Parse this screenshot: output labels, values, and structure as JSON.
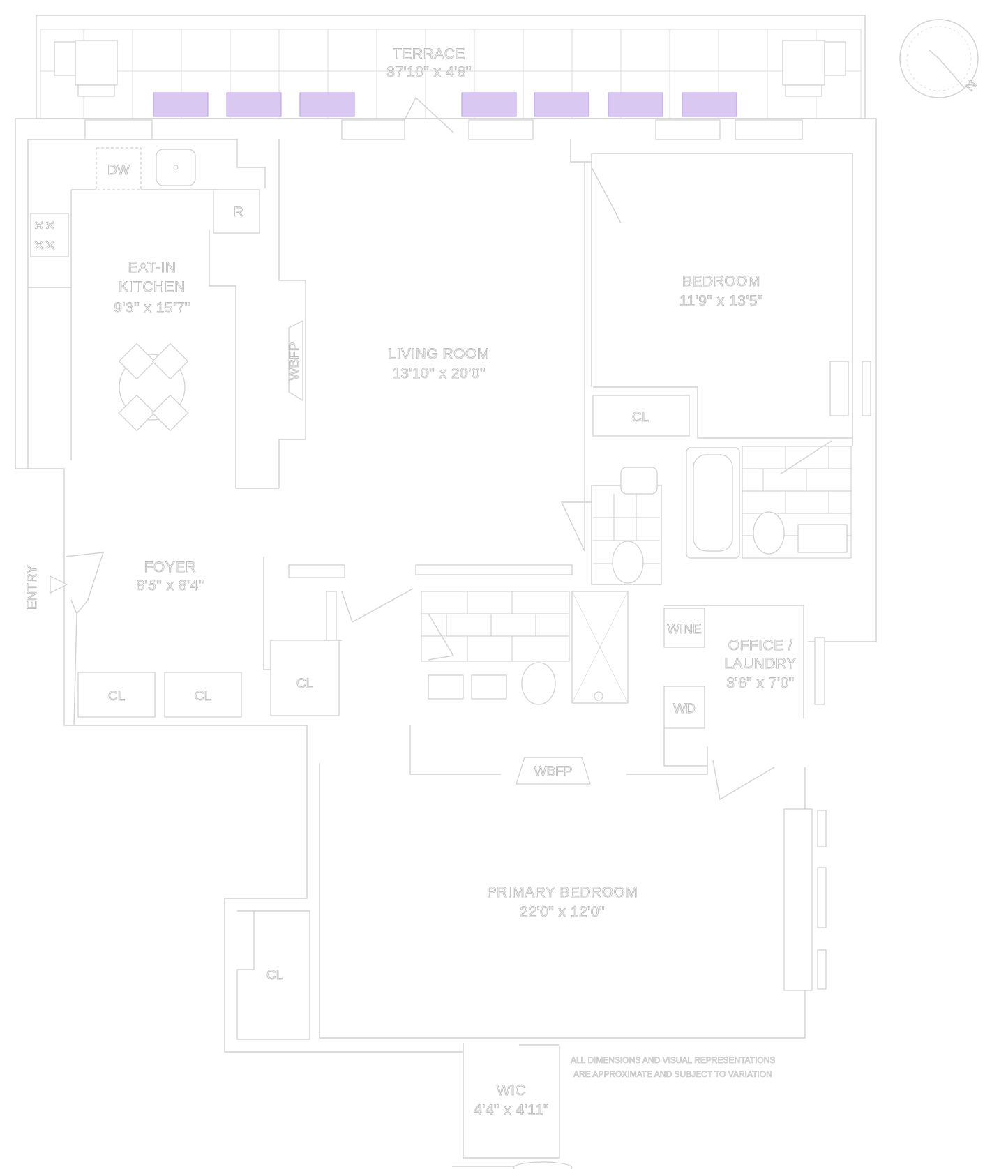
{
  "rooms": {
    "terrace": {
      "name": "TERRACE",
      "dims": "37'10\" x 4'8\""
    },
    "kitchen": {
      "name_line1": "EAT-IN",
      "name_line2": "KITCHEN",
      "dims": "9'3\" x 15'7\""
    },
    "living": {
      "name": "LIVING ROOM",
      "dims": "13'10\" x 20'0\""
    },
    "bedroom": {
      "name": "BEDROOM",
      "dims": "11'9\" x 13'5\""
    },
    "foyer": {
      "name": "FOYER",
      "dims": "8'5\" x 8'4\""
    },
    "office": {
      "name_line1": "OFFICE /",
      "name_line2": "LAUNDRY",
      "dims": "3'6\" x 7'0\""
    },
    "primary": {
      "name": "PRIMARY BEDROOM",
      "dims": "22'0\" x 12'0\""
    },
    "wic": {
      "name": "WIC",
      "dims": "4'4\" x 4'11\""
    }
  },
  "labels": {
    "dishwasher": "DW",
    "refrigerator": "R",
    "fireplace": "WBFP",
    "closet": "CL",
    "wine": "WINE",
    "washer_dryer": "WD",
    "entry": "ENTRY",
    "compass": "N"
  },
  "disclaimer": {
    "line1": "ALL DIMENSIONS AND VISUAL REPRESENTATIONS",
    "line2": "ARE APPROXIMATE AND SUBJECT TO VARIATION"
  },
  "colors": {
    "wall": "#d2d2d2",
    "planter": "#d9c8f2",
    "text_outline": "#bdbdbd"
  }
}
